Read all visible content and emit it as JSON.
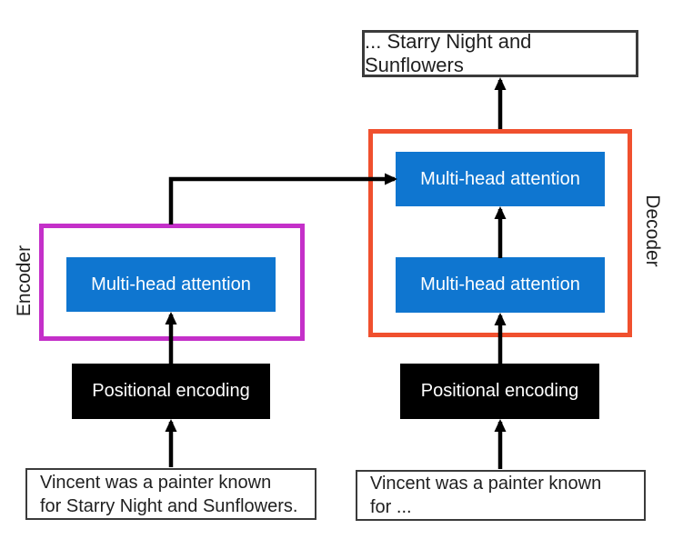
{
  "title": "Transformer encoder-decoder diagram",
  "colors": {
    "blue": "#0F76D0",
    "orange": "#F0502E",
    "magenta": "#C430C9",
    "border": "#3B3B3B",
    "ink": "#1F1F1F",
    "box_black": "#000000",
    "white": "#FFFFFF"
  },
  "output_box": {
    "text": "... Starry Night and Sunflowers"
  },
  "encoder": {
    "label": "Encoder",
    "attention": "Multi-head attention"
  },
  "decoder": {
    "label": "Decoder",
    "attention_top": "Multi-head attention",
    "attention_bottom": "Multi-head attention"
  },
  "positional_left": {
    "text": "Positional encoding"
  },
  "positional_right": {
    "text": "Positional encoding"
  },
  "input_left": {
    "line1": "Vincent was a painter known",
    "line2": "for Starry Night and Sunflowers."
  },
  "input_right": {
    "line1": "Vincent was a painter known",
    "line2": "for ..."
  }
}
